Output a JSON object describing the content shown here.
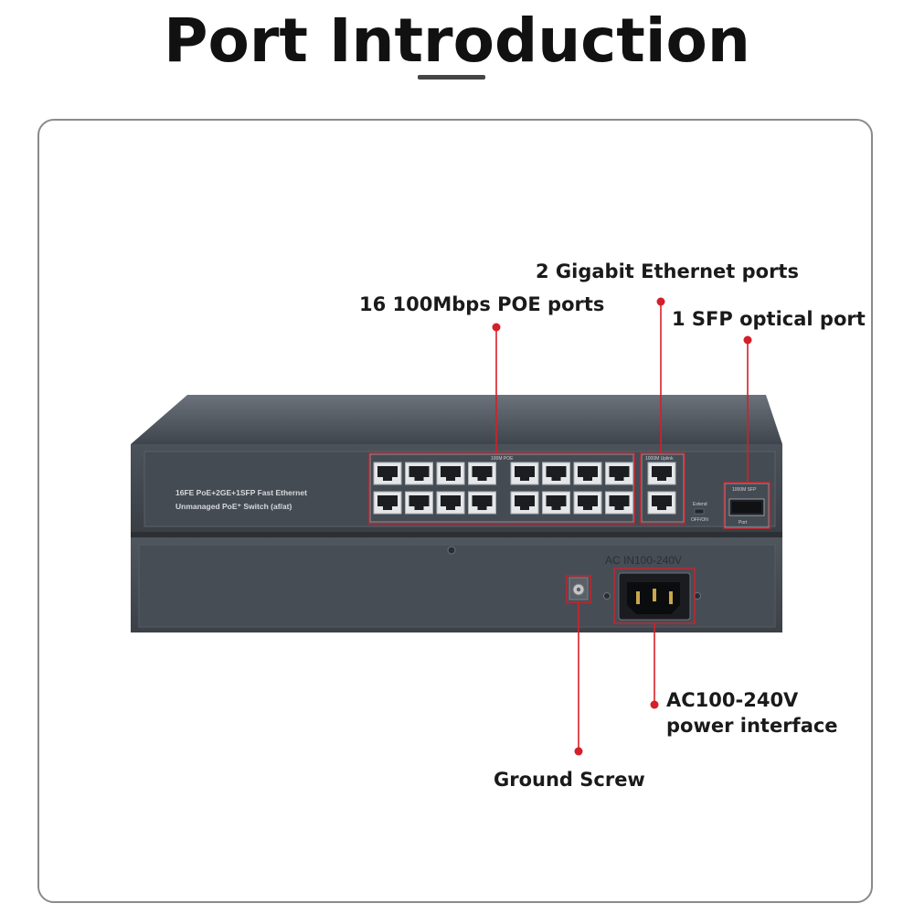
{
  "page": {
    "title": "Port Introduction"
  },
  "callouts": {
    "gigabit": "2 Gigabit Ethernet ports",
    "poe": "16 100Mbps POE ports",
    "sfp": "1 SFP optical port",
    "power_line1": "AC100-240V",
    "power_line2": "power interface",
    "ground": "Ground Screw"
  },
  "device": {
    "model_line1": "16FE PoE+2GE+1SFP Fast Ethernet",
    "model_line2": "Unmanaged PoE⁺ Switch (af/at)",
    "poe_group_label": "100M POE",
    "uplink_group_label": "1000M Uplink",
    "extend_label": "Extend",
    "offon_label": "OFF/ON",
    "sfp_label_top": "1000M SFP",
    "sfp_label_bottom": "Port",
    "power_marking": "AC IN100-240V"
  },
  "colors": {
    "accent": "#d51f2a",
    "panel": "#4a5058"
  }
}
